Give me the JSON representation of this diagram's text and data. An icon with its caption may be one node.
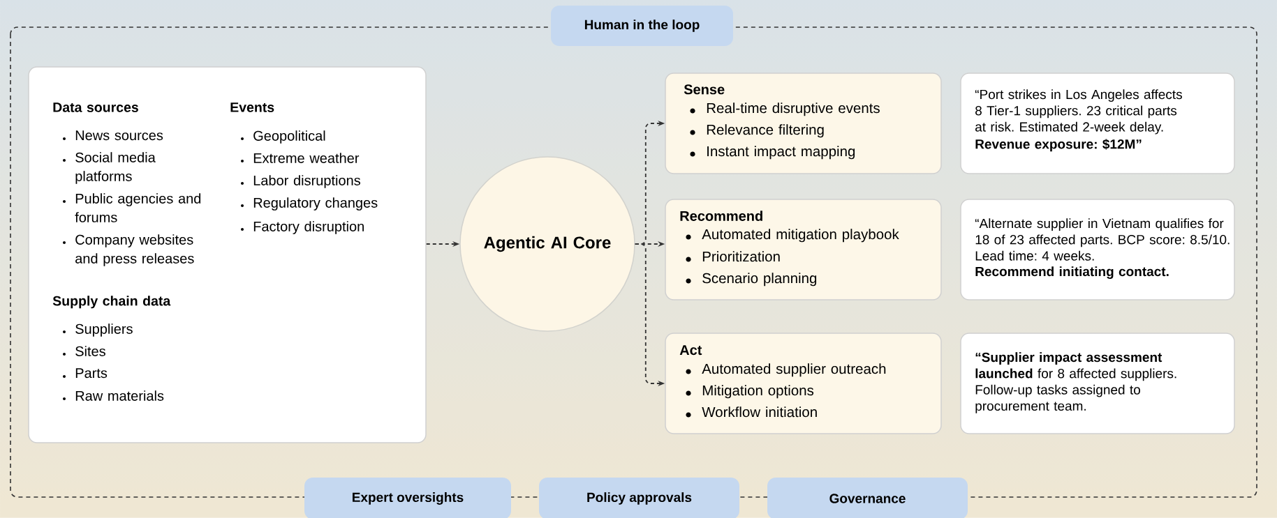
{
  "diagram": {
    "nodes": [
      {
        "text": [
          "Human in the loop"
        ]
      },
      {
        "text": [
          "Data sources",
          "News sources",
          "Social media platforms",
          "Public agencies and forums",
          "Company websites and press releases",
          "Supply chain data",
          "Suppliers",
          "Sites",
          "Parts",
          "Raw materials",
          "Events",
          "Geopolitical",
          "Extreme weather",
          "Labor disruptions",
          "Regulatory changes",
          "Factory disruption"
        ]
      },
      {
        "text": [
          "Agentic AI Core"
        ]
      },
      {
        "text": [
          "Sense",
          "Real-time disruptive events",
          "Relevance filtering",
          "Instant impact mapping"
        ]
      },
      {
        "text": [
          "“Port strikes in Los Angeles affects 8 Tier-1 suppliers. 23 critical parts at risk. Estimated 2-week delay.",
          "Revenue exposure: $12M”"
        ]
      },
      {
        "text": [
          "Recommend",
          "Automated mitigation playbook",
          "Prioritization",
          "Scenario planning"
        ]
      },
      {
        "text": [
          "“Alternate supplier in Vietnam qualifies for 18 of 23 affected parts. BCP score: 8.5/10. Lead time: 4 weeks.",
          "Recommend initiating contact."
        ]
      },
      {
        "text": [
          "Act",
          "Automated supplier outreach",
          "Mitigation options",
          "Workflow initiation"
        ]
      },
      {
        "text": [
          "**“Supplier impact assessment launched** for 8 affected suppliers. Follow-up tasks assigned to procurement team."
        ]
      },
      {
        "text": [
          "Expert oversights"
        ]
      },
      {
        "text": [
          "Policy approvals"
        ]
      },
      {
        "text": [
          "Governance"
        ]
      }
    ],
    "edges": [
      {
        "from": 1,
        "to": 2,
        "arrow": "to",
        "style": "dashed"
      },
      {
        "from": 2,
        "to": 3,
        "arrow": "to",
        "style": "dashed"
      },
      {
        "from": 2,
        "to": 5,
        "arrow": "to",
        "style": "dashed"
      },
      {
        "from": 2,
        "to": 7,
        "arrow": "to",
        "style": "dashed"
      }
    ]
  }
}
